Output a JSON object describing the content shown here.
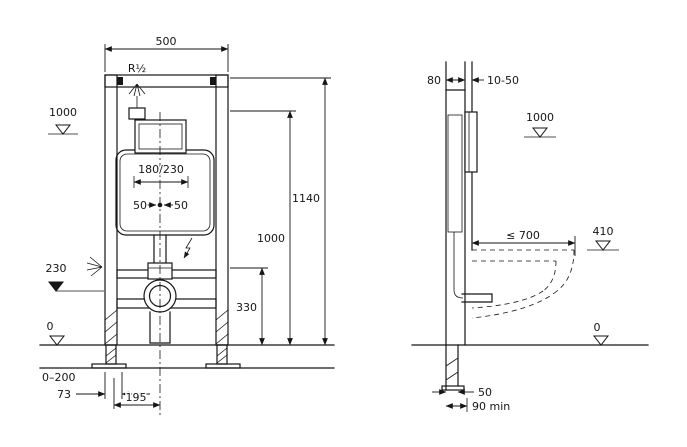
{
  "colors": {
    "ink": "#161616",
    "background": "#ffffff"
  },
  "front_view": {
    "dim_width_top": "500",
    "supply_thread": "R½",
    "level_1000": "1000",
    "dim_height_total": "1140",
    "dim_height_1000": "1000",
    "dim_height_330": "330",
    "dim_fixing_centers": "180/230",
    "dim_offset_left": "50",
    "dim_offset_right": "50",
    "level_230": "230",
    "level_floor": "0",
    "range_foot_adjust": "0–200",
    "dim_73": "73",
    "dim_195": "195"
  },
  "side_view": {
    "dim_frame_depth": "80",
    "dim_wall_lining": "10-50",
    "level_1000": "1000",
    "dim_max_depth": "≤ 700",
    "level_410": "410",
    "level_floor": "0",
    "dim_50": "50",
    "dim_90_min": "90 min"
  },
  "icons": {
    "water_spray": "water-spray-icon",
    "condensate_spray": "spray-icon",
    "power_flash": "lightning-icon"
  }
}
